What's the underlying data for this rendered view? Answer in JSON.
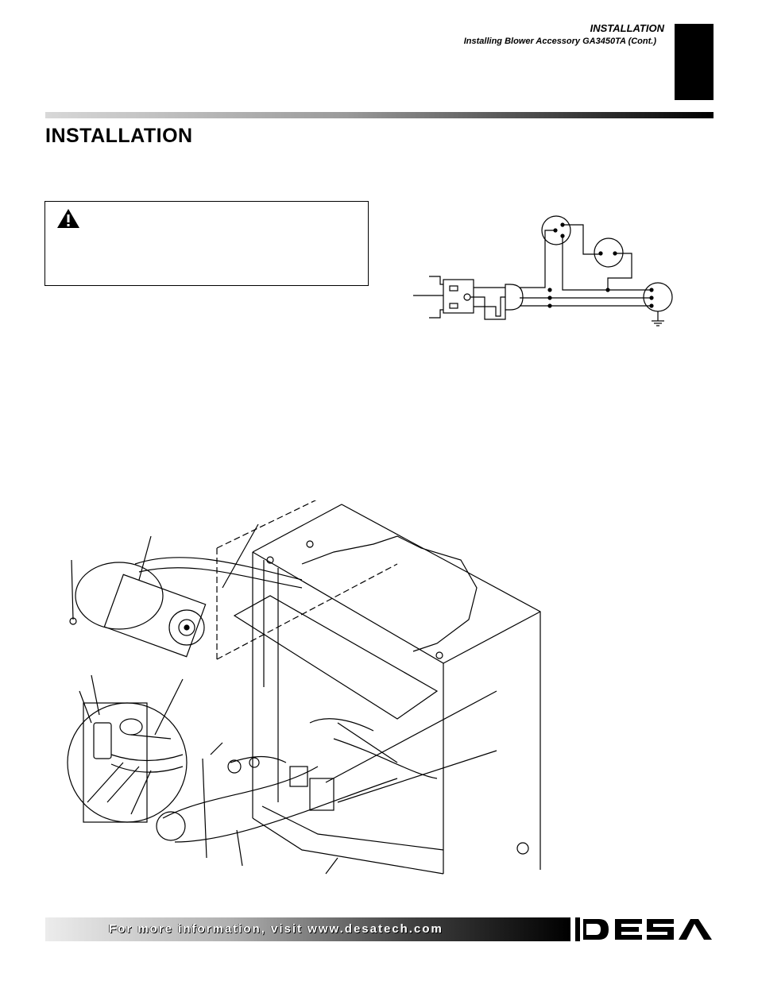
{
  "header": {
    "section": "INSTALLATION",
    "subtitle": "Installing Blower Accessory GA3450TA (Cont.)"
  },
  "page_title": "INSTALLATION",
  "warning_box": {
    "icon": "warning-triangle-icon"
  },
  "figures": {
    "wiring_diagram": {
      "icon": "wiring-diagram"
    },
    "exploded_view": {
      "icon": "blower-installation-exploded-view"
    }
  },
  "footer": {
    "text": "For more information, visit www.desatech.com",
    "logo_text": "DESA"
  },
  "colors": {
    "rule_dark": "#000000",
    "rule_light": "#d8d8d8",
    "footer_text": "#ffffff"
  }
}
